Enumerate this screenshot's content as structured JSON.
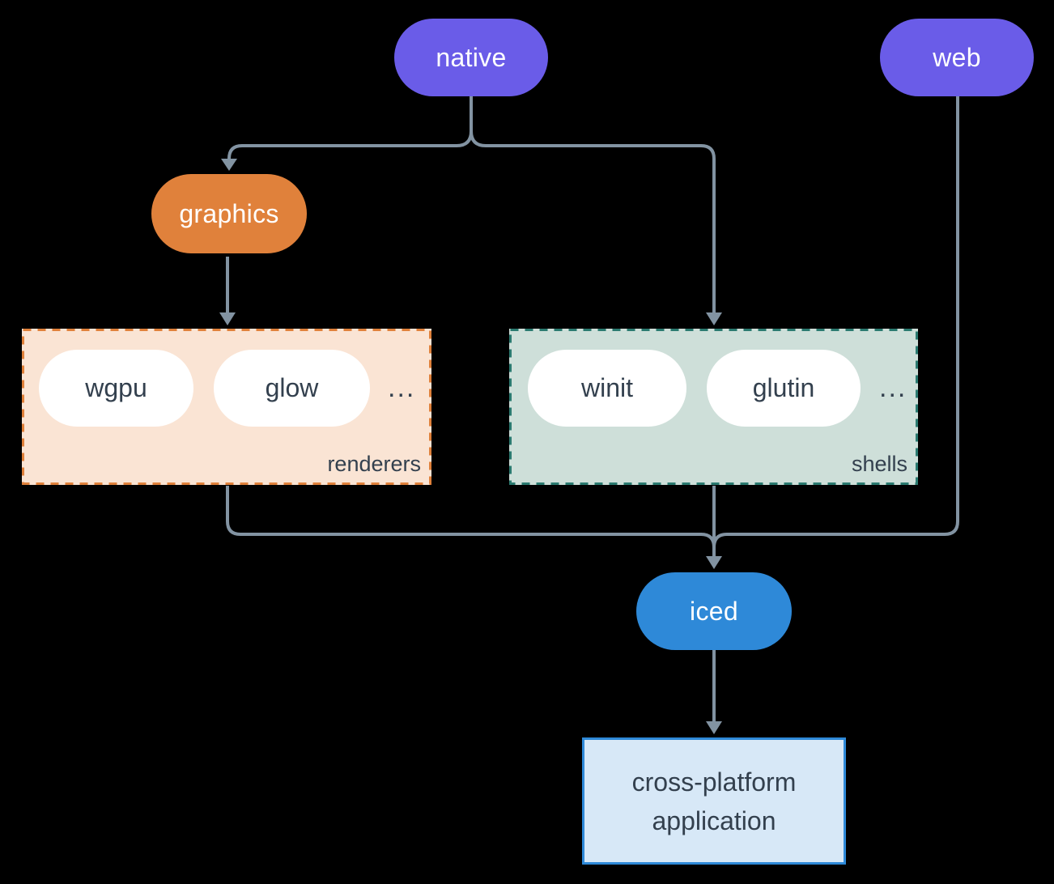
{
  "nodes": {
    "native": {
      "label": "native",
      "color": "#6A5CE8"
    },
    "web": {
      "label": "web",
      "color": "#6A5CE8"
    },
    "graphics": {
      "label": "graphics",
      "color": "#E0813B"
    },
    "iced": {
      "label": "iced",
      "color": "#2E89D8"
    }
  },
  "groups": {
    "renderers": {
      "label": "renderers",
      "fill": "#FAE4D4",
      "border_color": "#E0813B",
      "items": [
        "wgpu",
        "glow"
      ],
      "ellipsis": "..."
    },
    "shells": {
      "label": "shells",
      "fill": "#CEDFD9",
      "border_color": "#2B7A70",
      "items": [
        "winit",
        "glutin"
      ],
      "ellipsis": "..."
    }
  },
  "app_box": {
    "lines": [
      "cross-platform",
      "application"
    ],
    "fill": "#D7E8F7",
    "border_color": "#2E89D8"
  },
  "edges": [
    {
      "from": "native",
      "to": "graphics"
    },
    {
      "from": "native",
      "to": "shells"
    },
    {
      "from": "graphics",
      "to": "renderers"
    },
    {
      "from": "renderers",
      "to": "iced"
    },
    {
      "from": "shells",
      "to": "iced"
    },
    {
      "from": "web",
      "to": "iced"
    },
    {
      "from": "iced",
      "to": "cross-platform application"
    }
  ],
  "colors": {
    "background": "#000000",
    "connector": "#8293A2",
    "dark_text": "#33404E",
    "pill_text": "#FFFFFF",
    "inner_pill_fill": "#FFFFFF"
  }
}
